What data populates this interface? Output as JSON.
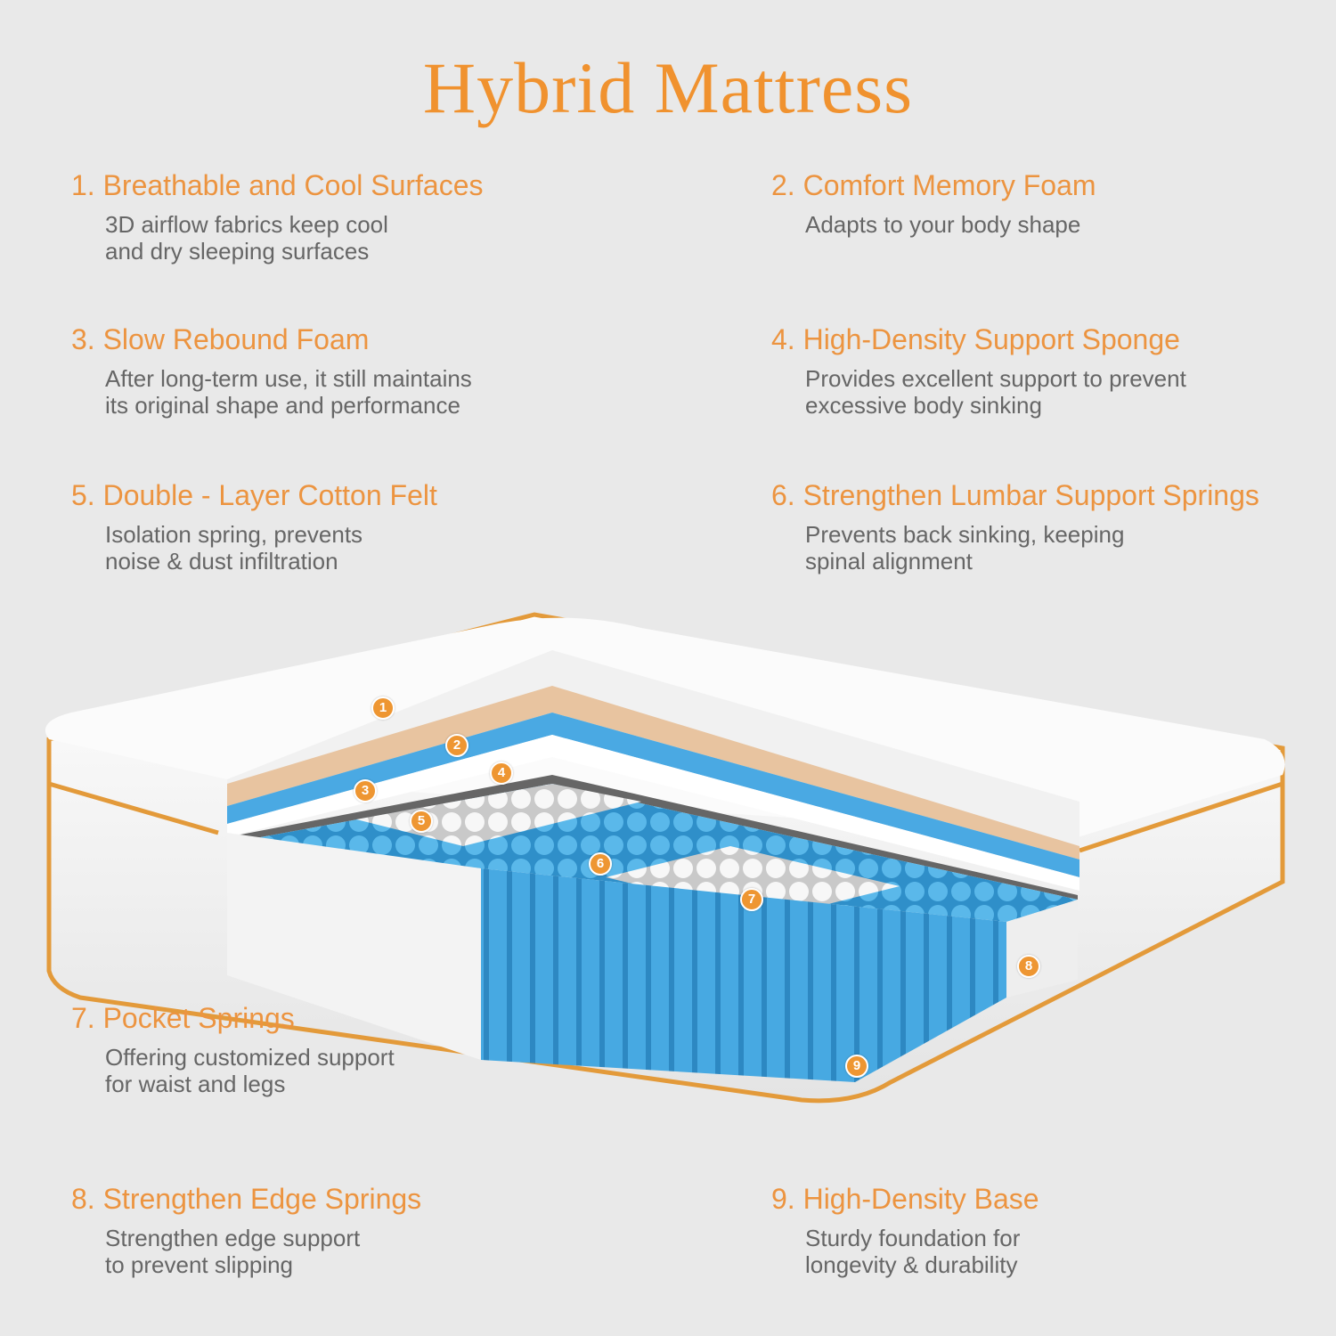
{
  "title": "Hybrid Mattress",
  "colors": {
    "accent": "#f0922f",
    "text": "#666666",
    "background": "#e9e9e9",
    "spring_blue": "#3fa7e0"
  },
  "features": [
    {
      "heading": "1. Breathable and Cool Surfaces",
      "lines": [
        "3D airflow fabrics keep cool",
        "and dry sleeping surfaces"
      ]
    },
    {
      "heading": "2. Comfort Memory Foam",
      "lines": [
        "Adapts to your body shape",
        ""
      ]
    },
    {
      "heading": "3. Slow Rebound Foam",
      "lines": [
        "After long-term use, it still maintains",
        "its original shape and performance"
      ]
    },
    {
      "heading": "4. High-Density Support Sponge",
      "lines": [
        "Provides excellent support to prevent",
        "excessive body sinking"
      ]
    },
    {
      "heading": "5. Double - Layer Cotton Felt",
      "lines": [
        "Isolation spring, prevents",
        "noise & dust infiltration"
      ]
    },
    {
      "heading": "6. Strengthen Lumbar Support Springs",
      "lines": [
        "Prevents back sinking, keeping",
        "spinal alignment"
      ]
    },
    {
      "heading": "7. Pocket Springs",
      "lines": [
        "Offering customized support",
        "for waist and legs"
      ]
    },
    {
      "heading": "8. Strengthen Edge Springs",
      "lines": [
        "Strengthen edge support",
        "to prevent slipping"
      ]
    },
    {
      "heading": "9. High-Density Base",
      "lines": [
        "Sturdy foundation for",
        "longevity & durability"
      ]
    }
  ],
  "badges": [
    "1",
    "2",
    "3",
    "4",
    "5",
    "6",
    "7",
    "8",
    "9"
  ]
}
